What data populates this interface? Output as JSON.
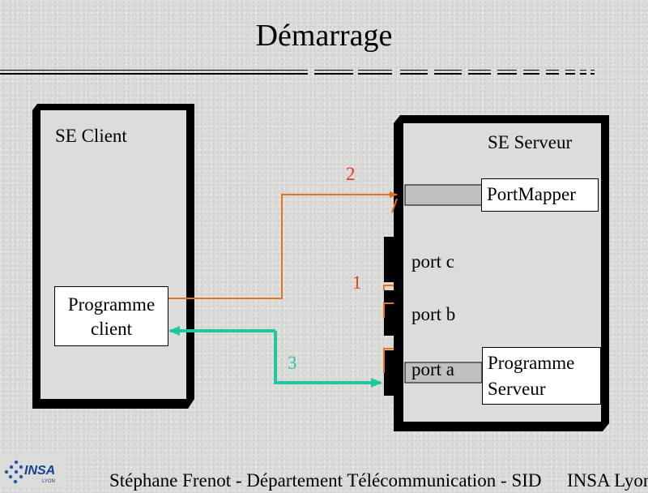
{
  "slide": {
    "title": "Démarrage",
    "footer_text": "Stéphane Frenot - Département Télécommunication - SID",
    "footer_right": "INSA Lyon",
    "logo_text": "INSA",
    "logo_subtext": "LYON"
  },
  "client": {
    "label": "SE Client",
    "program_line1": "Programme",
    "program_line2": "client"
  },
  "server": {
    "label": "SE Serveur",
    "portmapper_label": "PortMapper",
    "port_c": "port c",
    "port_b": "port b",
    "port_a": "port a",
    "program_line1": "Programme",
    "program_line2": "Serveur"
  },
  "steps": {
    "step1": "1",
    "step2": "2",
    "step3": "3"
  },
  "colors": {
    "step_orange": "#e8731a",
    "step_red": "#d9441f",
    "step_green": "#1ec9a0",
    "port_fill": "#c0c0c0"
  }
}
